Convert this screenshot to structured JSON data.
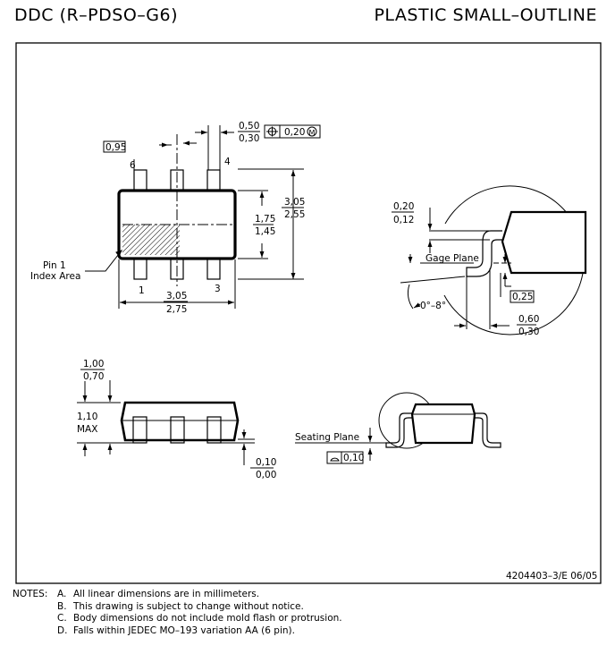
{
  "header": {
    "package_code": "DDC (R–PDSO–G6)",
    "package_type": "PLASTIC SMALL–OUTLINE"
  },
  "top_view": {
    "pin_labels": [
      "6",
      "4",
      "1",
      "3"
    ],
    "pitch": "0,95",
    "lead_width": [
      "0,50",
      "0,30"
    ],
    "position_tolerance": "0,20",
    "mmc_symbol": "M",
    "body_width": [
      "1,75",
      "1,45"
    ],
    "overall_width": [
      "3,05",
      "2,55"
    ],
    "body_length": [
      "3,05",
      "2,75"
    ],
    "pin1_label": [
      "Pin 1",
      "Index Area"
    ]
  },
  "detail_view": {
    "lead_thickness": [
      "0,20",
      "0,12"
    ],
    "gage_plane": "Gage Plane",
    "gage_dim": "0,25",
    "angle": "0°–8°",
    "foot_length": [
      "0,60",
      "0,30"
    ]
  },
  "side_view": {
    "height_top": [
      "1,00",
      "0,70"
    ],
    "max_height": [
      "1,10",
      "MAX"
    ],
    "standoff": [
      "0,10",
      "0,00"
    ]
  },
  "seating_view": {
    "seating_plane": "Seating Plane",
    "flatness": "0,10"
  },
  "drawing_number": "4204403–3/E 06/05",
  "notes": {
    "label": "NOTES:",
    "items": [
      {
        "letter": "A.",
        "text": "All linear dimensions are in millimeters."
      },
      {
        "letter": "B.",
        "text": "This drawing is subject to change without notice."
      },
      {
        "letter": "C.",
        "text": "Body dimensions do not include mold flash or protrusion."
      },
      {
        "letter": "D.",
        "text": "Falls within JEDEC MO–193 variation AA (6 pin)."
      }
    ]
  }
}
